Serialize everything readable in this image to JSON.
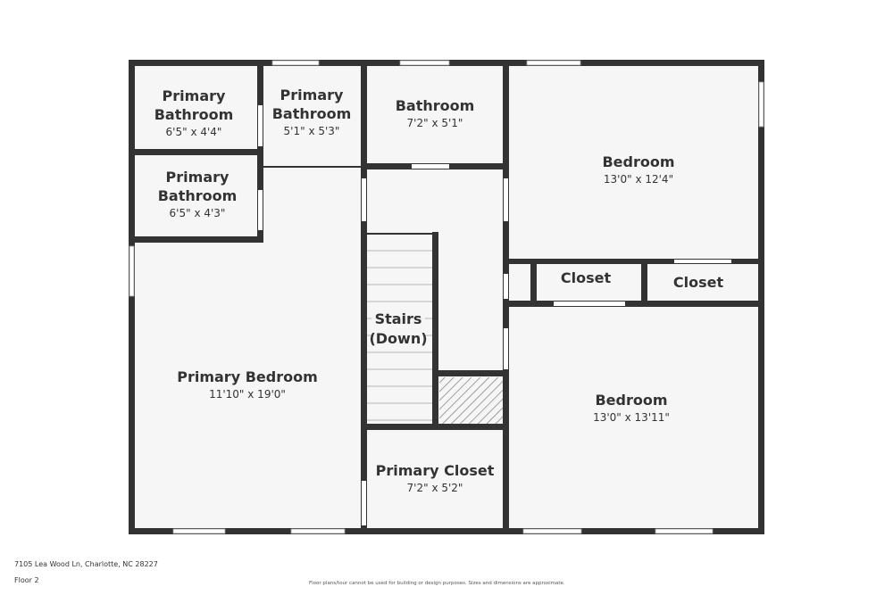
{
  "colors": {
    "wall": "#333333",
    "floor": "#f6f6f6",
    "window": "#ffffff",
    "text": "#333333"
  },
  "rooms": {
    "primary_bath_1": {
      "name_line1": "Primary",
      "name_line2": "Bathroom",
      "dims": "6'5\" x 4'4\""
    },
    "primary_bath_2": {
      "name_line1": "Primary",
      "name_line2": "Bathroom",
      "dims": "5'1\" x 5'3\""
    },
    "primary_bath_3": {
      "name_line1": "Primary",
      "name_line2": "Bathroom",
      "dims": "6'5\" x 4'3\""
    },
    "bathroom": {
      "name": "Bathroom",
      "dims": "7'2\" x 5'1\""
    },
    "bedroom_top": {
      "name": "Bedroom",
      "dims": "13'0\" x 12'4\""
    },
    "closet_1": {
      "name": "Closet"
    },
    "closet_2": {
      "name": "Closet"
    },
    "stairs": {
      "name_line1": "Stairs",
      "name_line2": "(Down)"
    },
    "primary_bedroom": {
      "name": "Primary Bedroom",
      "dims": "11'10\" x 19'0\""
    },
    "bedroom_bottom": {
      "name": "Bedroom",
      "dims": "13'0\" x 13'11\""
    },
    "primary_closet": {
      "name": "Primary Closet",
      "dims": "7'2\" x 5'2\""
    }
  },
  "footer": {
    "address": "7105 Lea Wood Ln, Charlotte, NC 28227",
    "floor": "Floor 2",
    "disclaimer": "Floor plans/tour cannot be used for building or design purposes. Sizes and dimensions are approximate."
  }
}
